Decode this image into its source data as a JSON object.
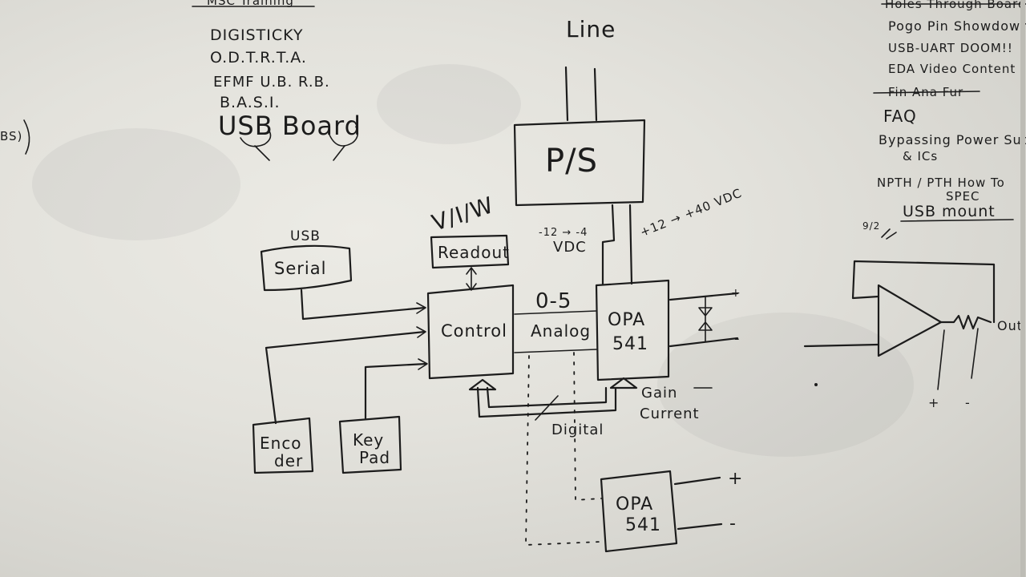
{
  "notes_left": {
    "title": "MSC Training",
    "items": [
      "DIGISTICKY",
      "O.D.T.R.T.A.",
      "EFMF U.B. R.B.",
      "B.A.S.I.",
      "USB Board"
    ]
  },
  "notes_right": {
    "items": [
      "Holes Through Boards",
      "Pogo Pin Showdown",
      "USB-UART DOOM!!",
      "EDA Video Content",
      "Fin Ana Fur",
      "FAQ",
      "Bypassing Power Supp",
      "& ICs",
      "NPTH / PTH How To",
      "SPEC",
      "USB mount"
    ],
    "side_mark": "9/2"
  },
  "left_edge_text": "BS)",
  "diagram": {
    "line": "Line",
    "ps": "P/S",
    "vin": "+12 → +40 VDC",
    "vneg": "-12 → -4",
    "vdc": "VDC",
    "viw": "V/I/W",
    "readout": "Readout",
    "usb": "USB",
    "serial": "Serial",
    "control": "Control",
    "analog": "Analog",
    "range": "0-5",
    "opa_top_a": "OPA",
    "opa_top_b": "541",
    "opa_bot_a": "OPA",
    "opa_bot_b": "541",
    "encoder_a": "Enco",
    "encoder_b": "der",
    "keypad_a": "Key",
    "keypad_b": "Pad",
    "gain": "Gain",
    "current": "Current",
    "digital": "Digital",
    "plus": "+",
    "minus": "-",
    "out": "Out"
  }
}
